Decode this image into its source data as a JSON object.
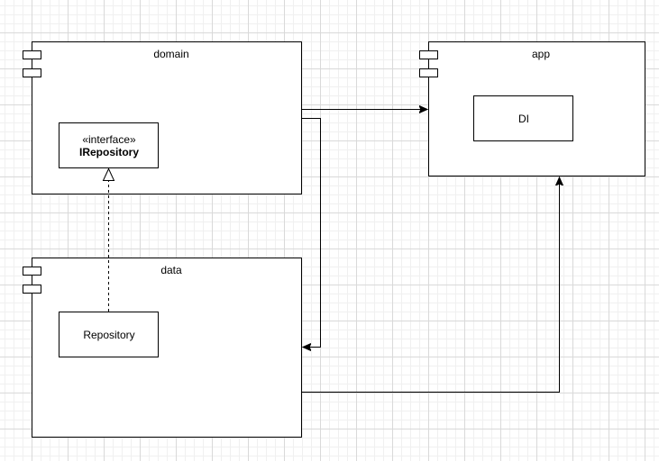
{
  "components": {
    "domain": {
      "name": "domain"
    },
    "app": {
      "name": "app"
    },
    "data": {
      "name": "data"
    }
  },
  "interface": {
    "stereotype": "«interface»",
    "name": "IRepository"
  },
  "classes": {
    "repository": "Repository",
    "di": "DI"
  },
  "relationships": [
    {
      "from": "domain",
      "to": "app",
      "type": "dependency"
    },
    {
      "from": "domain",
      "to": "data",
      "type": "dependency"
    },
    {
      "from": "data",
      "to": "app",
      "type": "dependency"
    },
    {
      "from": "Repository",
      "to": "IRepository",
      "type": "realization"
    }
  ]
}
